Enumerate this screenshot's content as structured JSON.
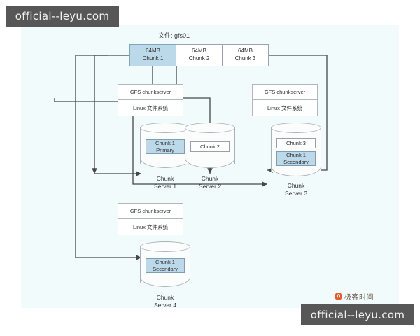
{
  "diagram": {
    "file_label": "文件: gfs01",
    "chunks": [
      {
        "size": "64MB",
        "name": "Chunk 1",
        "selected": true
      },
      {
        "size": "64MB",
        "name": "Chunk 2",
        "selected": false
      },
      {
        "size": "64MB",
        "name": "Chunk 3",
        "selected": false
      }
    ],
    "stack_labels": {
      "chunkserver": "GFS chunkserver",
      "filesystem": "Linux 文件系统"
    },
    "servers": [
      {
        "id": "server1",
        "name_line1": "Chunk",
        "name_line2": "Server 1",
        "chunks": [
          {
            "line1": "Chunk 1",
            "line2": "Primary",
            "selected": true
          }
        ]
      },
      {
        "id": "server2",
        "name_line1": "Chunk",
        "name_line2": "Server 2",
        "chunks": [
          {
            "line1": "Chunk 2",
            "line2": "",
            "selected": false
          }
        ]
      },
      {
        "id": "server3",
        "name_line1": "Chunk",
        "name_line2": "Server 3",
        "chunks": [
          {
            "line1": "Chunk 3",
            "line2": "",
            "selected": false
          },
          {
            "line1": "Chunk 1",
            "line2": "Secondary",
            "selected": true
          }
        ]
      },
      {
        "id": "server4",
        "name_line1": "Chunk",
        "name_line2": "Server 4",
        "chunks": [
          {
            "line1": "Chunk 1",
            "line2": "Secondary",
            "selected": true
          }
        ]
      }
    ],
    "colors": {
      "canvas_bg": "#f1fbfc",
      "highlight": "#bcd9ea",
      "box_border": "#aab3b8",
      "wire": "#44484a",
      "brand_orange": "#f05a28"
    }
  },
  "branding": {
    "logo_text": "极客时间",
    "logo_icon": "geek-time-mark"
  },
  "watermarks": {
    "top_left": "official--leyu.com",
    "bottom_right": "official--leyu.com"
  }
}
